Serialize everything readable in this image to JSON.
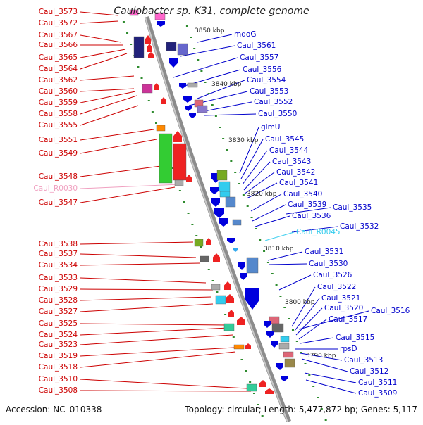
{
  "title": "Caulobacter sp. K31, complete genome",
  "accession": "Accession: NC_010338",
  "topology": "Topology: circular; Length: 5,477,872 bp; Genes: 5,117",
  "colors": {
    "backbone": "#8c8c8c",
    "tick": "#2e8b2e",
    "left_label": "#cc0000",
    "right_label": "#0000cc",
    "rna_left": "#f0a0c0",
    "rna_right": "#33ccee"
  },
  "kbp_marks": [
    "3850 kbp",
    "3840 kbp",
    "3830 kbp",
    "3820 kbp",
    "3810 kbp",
    "3800 kbp",
    "3790 kbp"
  ],
  "left_labels": [
    "Caul_3573",
    "Caul_3572",
    "Caul_3567",
    "Caul_3566",
    "Caul_3565",
    "Caul_3564",
    "Caul_3562",
    "Caul_3560",
    "Caul_3559",
    "Caul_3558",
    "Caul_3555",
    "Caul_3551",
    "Caul_3549",
    "Caul_3548",
    "Caul_R0030",
    "Caul_3547",
    "Caul_3538",
    "Caul_3537",
    "Caul_3534",
    "Caul_3533",
    "Caul_3529",
    "Caul_3528",
    "Caul_3527",
    "Caul_3525",
    "Caul_3524",
    "Caul_3523",
    "Caul_3519",
    "Caul_3518",
    "Caul_3510",
    "Caul_3508"
  ],
  "right_labels": [
    "mdoG",
    "Caul_3561",
    "Caul_3557",
    "Caul_3556",
    "Caul_3554",
    "Caul_3553",
    "Caul_3552",
    "Caul_3550",
    "glmU",
    "Caul_3545",
    "Caul_3544",
    "Caul_3543",
    "Caul_3542",
    "Caul_3541",
    "Caul_3540",
    "Caul_3539",
    "Caul_3536",
    "Caul_3535",
    "Caul_3532",
    "Caul_R0045",
    "Caul_3531",
    "Caul_3530",
    "Caul_3526",
    "Caul_3522",
    "Caul_3521",
    "Caul_3520",
    "Caul_3516",
    "Caul_3517",
    "Caul_3515",
    "rpsD",
    "Caul_3513",
    "Caul_3512",
    "Caul_3511",
    "Caul_3509"
  ]
}
